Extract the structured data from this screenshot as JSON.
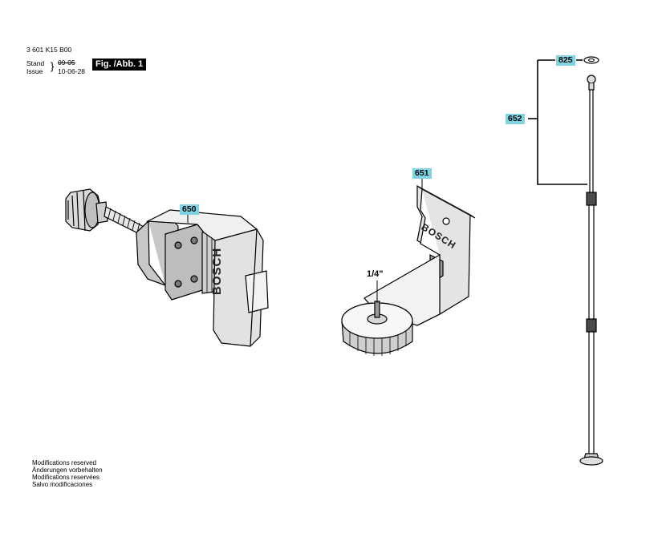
{
  "header": {
    "part_number": "3 601 K15 B00",
    "stand_label": "Stand",
    "stand_date": "09-05",
    "issue_label": "Issue",
    "issue_date": "10-06-28",
    "figure_label": "Fig. /Abb. 1"
  },
  "parts": {
    "clamp": "650",
    "bracket": "651",
    "pole": "652",
    "washer": "825"
  },
  "thread_label": "1/4\"",
  "brand_marks": [
    "BOSCH",
    "BOSCH"
  ],
  "footer": [
    "Modifications reserved",
    "Änderungen vorbehalten",
    "Modifications reservées",
    "Salvo modificaciones"
  ],
  "colors": {
    "part_label_bg": "#7fd3e3",
    "figure_label_bg": "#000000"
  }
}
